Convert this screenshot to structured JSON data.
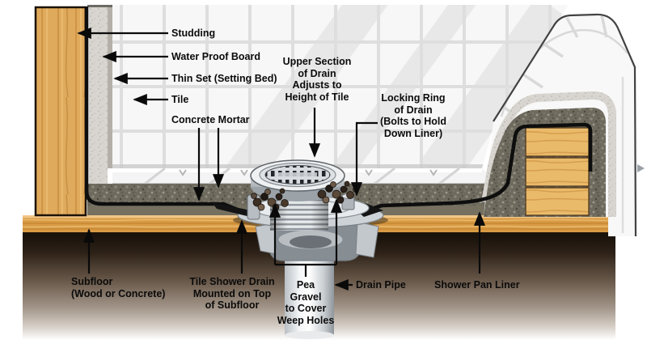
{
  "diagram_title": "Tile shower drain installation cross-section",
  "colors": {
    "liner": "#0e0e0e",
    "mortar": "#6e6a5e",
    "wood": "#dfa959",
    "tile": "#f7f7f7",
    "grout": "#dedede",
    "metal_light": "#f2f4f5",
    "metal_dark": "#8f969c",
    "earth_dark": "#17100a",
    "label_text": "#0b0b0b"
  },
  "labels": {
    "studding": {
      "text": "Studding"
    },
    "water_proof_board": {
      "text": "Water Proof Board"
    },
    "thin_set": {
      "text": "Thin Set (Setting Bed)"
    },
    "tile": {
      "text": "Tile"
    },
    "concrete_mortar": {
      "text": "Concrete Mortar"
    },
    "upper_section": {
      "text": "Upper Section\nof Drain\nAdjusts to\nHeight of Tile"
    },
    "locking_ring": {
      "text": "Locking Ring\nof Drain\n(Bolts to Hold\nDown Liner)"
    },
    "subfloor": {
      "text": "Subfloor\n(Wood or Concrete)"
    },
    "tile_shower_drain": {
      "text": "Tile Shower Drain\nMounted on Top\nof Subfloor"
    },
    "pea_gravel": {
      "text": "Pea\nGravel\nto Cover\nWeep Holes"
    },
    "drain_pipe": {
      "text": "Drain Pipe"
    },
    "shower_pan_liner": {
      "text": "Shower Pan Liner"
    }
  }
}
